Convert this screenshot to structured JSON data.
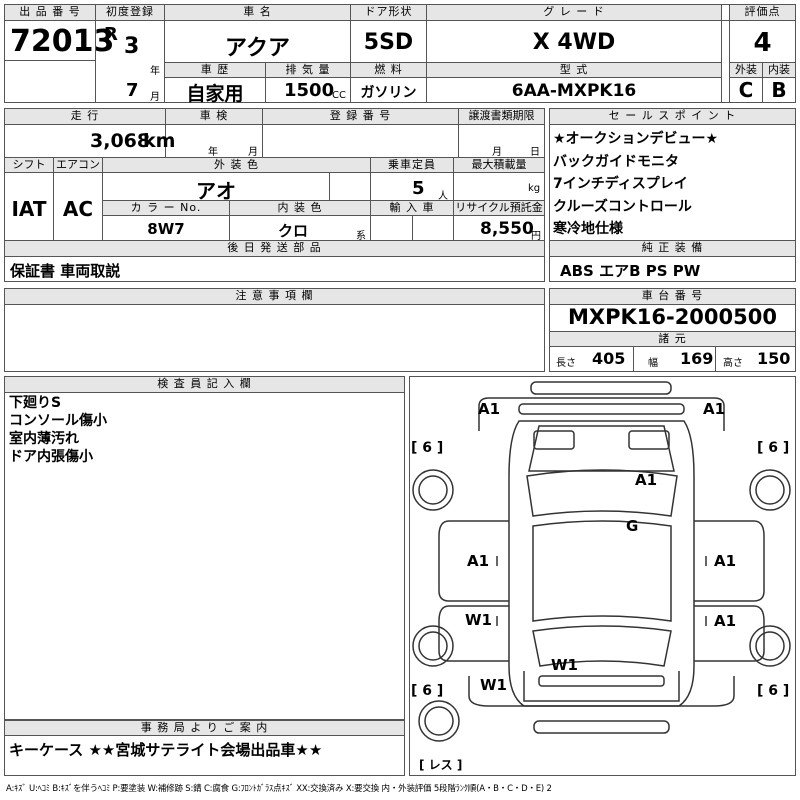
{
  "row1": {
    "lot_label": "出 品 番 号",
    "lot": "72013",
    "reg_label": "初度登録",
    "era": "R",
    "year": "3",
    "year_unit": "年",
    "month": "7",
    "month_unit": "月",
    "car_label": "車 名",
    "car": "アクア",
    "door_label": "ドア形状",
    "door": "5SD",
    "grade_label": "グ レ ー ド",
    "grade": "X 4WD",
    "score_label": "評価点",
    "score": "4",
    "hist_label": "車 歴",
    "hist": "自家用",
    "disp_label": "排 気 量",
    "disp": "1500",
    "disp_unit": "CC",
    "fuel_label": "燃 料",
    "fuel": "ガソリン",
    "model_label": "型 式",
    "model": "6AA-MXPK16",
    "ext_label": "外装",
    "int_label": "内装",
    "ext": "C",
    "int": "B"
  },
  "row2": {
    "mileage_label": "走 行",
    "mileage": "3,068",
    "mileage_unit": "km",
    "inspect_label": "車 検",
    "inspect_year": "年",
    "inspect_month": "月",
    "regno_label": "登 録 番 号",
    "transfer_label": "譲渡書類期限",
    "transfer_month": "月",
    "transfer_day": "日",
    "shift_label": "シフト",
    "ac_label": "エアコン",
    "shift": "IAT",
    "ac": "AC",
    "color_label": "外 装 色",
    "color": "アオ",
    "cap_label": "乗車定員",
    "cap": "5",
    "cap_unit": "人",
    "load_label": "最大積載量",
    "load_unit": "kg",
    "colorno_label": "カ ラ ー No.",
    "colorno": "8W7",
    "intcolor_label": "内 装 色",
    "intcolor": "クロ",
    "intcolor_unit": "系",
    "import_label": "輸 入 車",
    "recycle_label": "リサイクル預託金",
    "recycle": "8,550",
    "recycle_unit": "円",
    "later_label": "後 日 発 送 部 品",
    "later": "保証書 車両取説"
  },
  "sales": {
    "label": "セ ー ル ス ポ イ ン ト",
    "items": [
      "★オークションデビュー★",
      "バックガイドモニタ",
      "7インチディスプレイ",
      "クルーズコントロール",
      "寒冷地仕様"
    ]
  },
  "equip": {
    "label": "純 正 装 備",
    "value": "ABS エアB PS PW"
  },
  "notes": {
    "label": "注 意 事 項 欄"
  },
  "chassis": {
    "label": "車 台 番 号",
    "value": "MXPK16-2000500",
    "dim_label": "諸 元",
    "len_label": "長さ",
    "len": "405",
    "wid_label": "幅",
    "wid": "169",
    "hgt_label": "高さ",
    "hgt": "150"
  },
  "inspector": {
    "label": "検 査 員 記 入 欄",
    "lines": [
      "下廻りS",
      "コンソール傷小",
      "室内薄汚れ",
      "ドア内張傷小"
    ]
  },
  "office": {
    "label": "事 務 局 よ り ご 案 内",
    "text": "キーケース ★★宮城サテライト会場出品車★★"
  },
  "diagram": {
    "marks": {
      "fl": "A1",
      "fr": "A1",
      "hood": "A1",
      "roof": "G",
      "lf": "A1",
      "rf": "A1",
      "lr": "W1",
      "rr": "A1",
      "trunk": "W1",
      "rq": "W1"
    },
    "tires": {
      "fl": "[ 6 ]",
      "fr": "[ 6 ]",
      "rl": "[ 6 ]",
      "rr": "[ 6 ]",
      "spare": "[ レス ]"
    }
  },
  "legend": "A:ｷｽﾞ U:ﾍｺﾐ B:ｷｽﾞを伴うﾍｺﾐ P:要塗装 W:補修跡 S:錆 C:腐食 G:ﾌﾛﾝﾄｶﾞﾗｽ点ｷｽﾞ XX:交換済み X:要交換 内・外装評価 5段階ﾗﾝｸ順(A・B・C・D・E) 2"
}
